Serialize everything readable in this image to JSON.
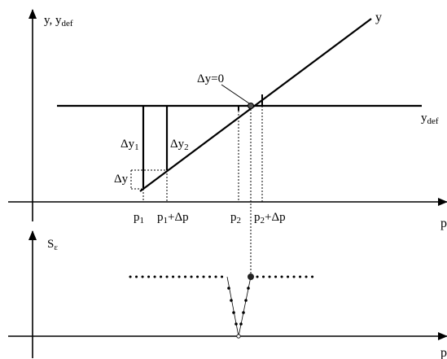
{
  "colors": {
    "ink": "#000000",
    "background": "#ffffff"
  },
  "top_axis_label": "y, y",
  "top_axis_label_sub": "def",
  "line_label": "y",
  "level_label": "y",
  "level_label_sub": "def",
  "zero_label": "Δy=0",
  "dy1": {
    "base": "Δy",
    "sub": "1"
  },
  "dy2": {
    "base": "Δy",
    "sub": "2"
  },
  "dy": "Δy",
  "ticks": {
    "p1": "p",
    "p1_sub": "1",
    "p1dp": "p",
    "p1dp_sub": "1",
    "p1dp_rest": "+Δp",
    "p2": "p",
    "p2_sub": "2",
    "p2dp": "p",
    "p2dp_sub": "2",
    "p2dp_rest": "+Δp"
  },
  "x_axis_label_top": "p",
  "x_axis_label_bottom": "p",
  "bottom_axis_label": "S",
  "bottom_axis_label_sub": "ε"
}
